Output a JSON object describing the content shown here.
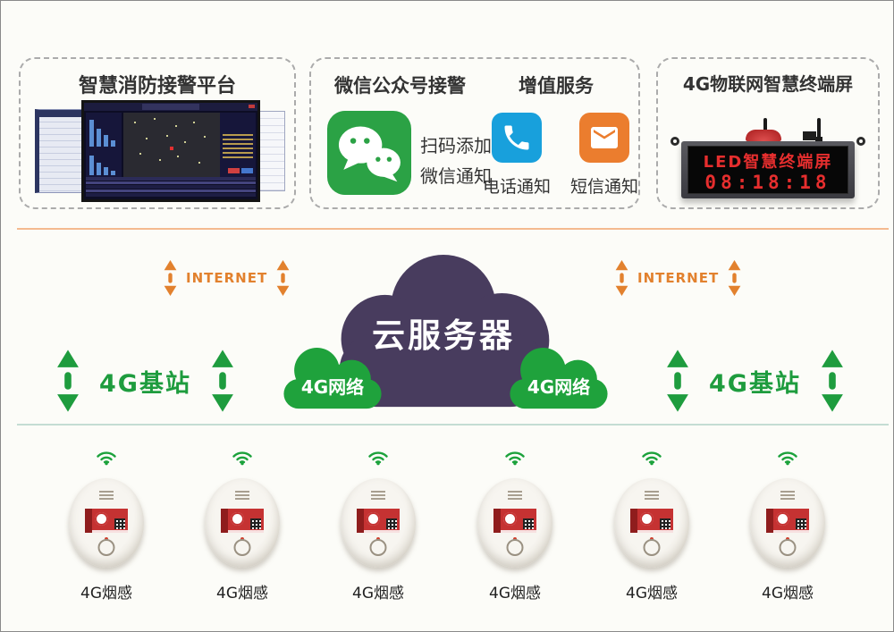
{
  "colors": {
    "background": "#FCFCF8",
    "dashed_border": "#ABABAB",
    "accent_orange": "#E2812E",
    "divider_orange": "#F4BA90",
    "divider_teal": "#C4DDD3",
    "green": "#1FA23C",
    "purple_cloud": "#483C5E",
    "wechat_green": "#2BA245",
    "phone_blue": "#18A0DC",
    "mail_orange": "#EB7D2E",
    "led_red": "#E62E2E"
  },
  "top": {
    "platform": {
      "title": "智慧消防接警平台",
      "screenshot": "fire-alarm-dashboard-screenshot"
    },
    "wechat_box": {
      "title_wechat": "微信公众号接警",
      "title_value_added": "增值服务",
      "wechat_icon": "wechat-icon",
      "note_line1": "扫码添加",
      "note_line2": "微信通知",
      "phone_icon": "phone-icon",
      "phone_label": "电话通知",
      "sms_icon": "envelope-icon",
      "sms_label": "短信通知"
    },
    "led_box": {
      "title": "4G物联网智慧终端屏",
      "screen_line1": "LED智慧终端屏",
      "screen_time": "08:18:18"
    }
  },
  "middle": {
    "internet_left": "INTERNET",
    "internet_right": "INTERNET",
    "cloud_server_label": "云服务器",
    "network_left_label": "4G网络",
    "network_right_label": "4G网络",
    "station_left_label": "4G基站",
    "station_right_label": "4G基站",
    "arrow_icon": "double-vertical-arrow-icon"
  },
  "bottom": {
    "wifi_icon": "wifi-signal-icon",
    "devices": [
      {
        "label": "4G烟感"
      },
      {
        "label": "4G烟感"
      },
      {
        "label": "4G烟感"
      },
      {
        "label": "4G烟感"
      },
      {
        "label": "4G烟感"
      },
      {
        "label": "4G烟感"
      }
    ]
  }
}
